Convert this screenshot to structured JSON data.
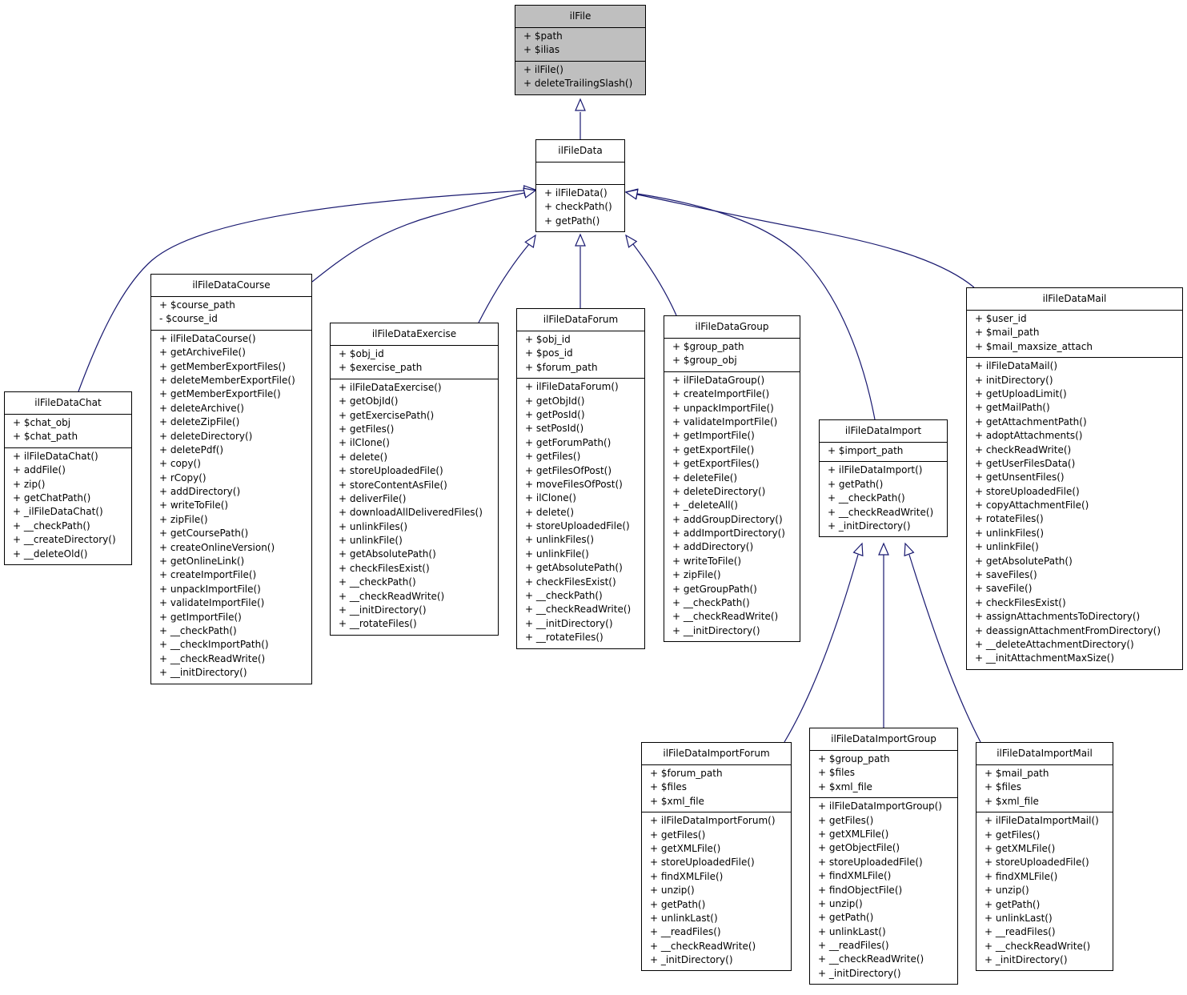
{
  "diagram": {
    "classes": [
      {
        "id": "ilFile",
        "name": "ilFile",
        "highlight": true,
        "attributes": [
          "+ $path",
          "+ $ilias"
        ],
        "methods": [
          "+ ilFile()",
          "+ deleteTrailingSlash()"
        ]
      },
      {
        "id": "ilFileData",
        "name": "ilFileData",
        "attributes": [],
        "methods": [
          "+ ilFileData()",
          "+ checkPath()",
          "+ getPath()"
        ]
      },
      {
        "id": "ilFileDataChat",
        "name": "ilFileDataChat",
        "attributes": [
          "+ $chat_obj",
          "+ $chat_path"
        ],
        "methods": [
          "+ ilFileDataChat()",
          "+ addFile()",
          "+ zip()",
          "+ getChatPath()",
          "+ _ilFileDataChat()",
          "+ __checkPath()",
          "+ __createDirectory()",
          "+ __deleteOld()"
        ]
      },
      {
        "id": "ilFileDataCourse",
        "name": "ilFileDataCourse",
        "attributes": [
          "+ $course_path",
          "- $course_id"
        ],
        "methods": [
          "+ ilFileDataCourse()",
          "+ getArchiveFile()",
          "+ getMemberExportFiles()",
          "+ deleteMemberExportFile()",
          "+ getMemberExportFile()",
          "+ deleteArchive()",
          "+ deleteZipFile()",
          "+ deleteDirectory()",
          "+ deletePdf()",
          "+ copy()",
          "+ rCopy()",
          "+ addDirectory()",
          "+ writeToFile()",
          "+ zipFile()",
          "+ getCoursePath()",
          "+ createOnlineVersion()",
          "+ getOnlineLink()",
          "+ createImportFile()",
          "+ unpackImportFile()",
          "+ validateImportFile()",
          "+ getImportFile()",
          "+ __checkPath()",
          "+ __checkImportPath()",
          "+ __checkReadWrite()",
          "+ __initDirectory()"
        ]
      },
      {
        "id": "ilFileDataExercise",
        "name": "ilFileDataExercise",
        "attributes": [
          "+ $obj_id",
          "+ $exercise_path"
        ],
        "methods": [
          "+ ilFileDataExercise()",
          "+ getObjId()",
          "+ getExercisePath()",
          "+ getFiles()",
          "+ ilClone()",
          "+ delete()",
          "+ storeUploadedFile()",
          "+ storeContentAsFile()",
          "+ deliverFile()",
          "+ downloadAllDeliveredFiles()",
          "+ unlinkFiles()",
          "+ unlinkFile()",
          "+ getAbsolutePath()",
          "+ checkFilesExist()",
          "+ __checkPath()",
          "+ __checkReadWrite()",
          "+ __initDirectory()",
          "+ __rotateFiles()"
        ]
      },
      {
        "id": "ilFileDataForum",
        "name": "ilFileDataForum",
        "attributes": [
          "+ $obj_id",
          "+ $pos_id",
          "+ $forum_path"
        ],
        "methods": [
          "+ ilFileDataForum()",
          "+ getObjId()",
          "+ getPosId()",
          "+ setPosId()",
          "+ getForumPath()",
          "+ getFiles()",
          "+ getFilesOfPost()",
          "+ moveFilesOfPost()",
          "+ ilClone()",
          "+ delete()",
          "+ storeUploadedFile()",
          "+ unlinkFiles()",
          "+ unlinkFile()",
          "+ getAbsolutePath()",
          "+ checkFilesExist()",
          "+ __checkPath()",
          "+ __checkReadWrite()",
          "+ __initDirectory()",
          "+ __rotateFiles()"
        ]
      },
      {
        "id": "ilFileDataGroup",
        "name": "ilFileDataGroup",
        "attributes": [
          "+ $group_path",
          "+ $group_obj"
        ],
        "methods": [
          "+ ilFileDataGroup()",
          "+ createImportFile()",
          "+ unpackImportFile()",
          "+ validateImportFile()",
          "+ getImportFile()",
          "+ getExportFile()",
          "+ getExportFiles()",
          "+ deleteFile()",
          "+ deleteDirectory()",
          "+ _deleteAll()",
          "+ addGroupDirectory()",
          "+ addImportDirectory()",
          "+ addDirectory()",
          "+ writeToFile()",
          "+ zipFile()",
          "+ getGroupPath()",
          "+ __checkPath()",
          "+ __checkReadWrite()",
          "+ __initDirectory()"
        ]
      },
      {
        "id": "ilFileDataImport",
        "name": "ilFileDataImport",
        "attributes": [
          "+ $import_path"
        ],
        "methods": [
          "+ ilFileDataImport()",
          "+ getPath()",
          "+ __checkPath()",
          "+ __checkReadWrite()",
          "+ _initDirectory()"
        ]
      },
      {
        "id": "ilFileDataMail",
        "name": "ilFileDataMail",
        "attributes": [
          "+ $user_id",
          "+ $mail_path",
          "+ $mail_maxsize_attach"
        ],
        "methods": [
          "+ ilFileDataMail()",
          "+ initDirectory()",
          "+ getUploadLimit()",
          "+ getMailPath()",
          "+ getAttachmentPath()",
          "+ adoptAttachments()",
          "+ checkReadWrite()",
          "+ getUserFilesData()",
          "+ getUnsentFiles()",
          "+ storeUploadedFile()",
          "+ copyAttachmentFile()",
          "+ rotateFiles()",
          "+ unlinkFiles()",
          "+ unlinkFile()",
          "+ getAbsolutePath()",
          "+ saveFiles()",
          "+ saveFile()",
          "+ checkFilesExist()",
          "+ assignAttachmentsToDirectory()",
          "+ deassignAttachmentFromDirectory()",
          "+ __deleteAttachmentDirectory()",
          "+ __initAttachmentMaxSize()"
        ]
      },
      {
        "id": "ilFileDataImportForum",
        "name": "ilFileDataImportForum",
        "attributes": [
          "+ $forum_path",
          "+ $files",
          "+ $xml_file"
        ],
        "methods": [
          "+ ilFileDataImportForum()",
          "+ getFiles()",
          "+ getXMLFile()",
          "+ storeUploadedFile()",
          "+ findXMLFile()",
          "+ unzip()",
          "+ getPath()",
          "+ unlinkLast()",
          "+ __readFiles()",
          "+ __checkReadWrite()",
          "+ _initDirectory()"
        ]
      },
      {
        "id": "ilFileDataImportGroup",
        "name": "ilFileDataImportGroup",
        "attributes": [
          "+ $group_path",
          "+ $files",
          "+ $xml_file"
        ],
        "methods": [
          "+ ilFileDataImportGroup()",
          "+ getFiles()",
          "+ getXMLFile()",
          "+ getObjectFile()",
          "+ storeUploadedFile()",
          "+ findXMLFile()",
          "+ findObjectFile()",
          "+ unzip()",
          "+ getPath()",
          "+ unlinkLast()",
          "+ __readFiles()",
          "+ __checkReadWrite()",
          "+ _initDirectory()"
        ]
      },
      {
        "id": "ilFileDataImportMail",
        "name": "ilFileDataImportMail",
        "attributes": [
          "+ $mail_path",
          "+ $files",
          "+ $xml_file"
        ],
        "methods": [
          "+ ilFileDataImportMail()",
          "+ getFiles()",
          "+ getXMLFile()",
          "+ storeUploadedFile()",
          "+ findXMLFile()",
          "+ unzip()",
          "+ getPath()",
          "+ unlinkLast()",
          "+ __readFiles()",
          "+ __checkReadWrite()",
          "+ _initDirectory()"
        ]
      }
    ],
    "edge_color": "#191970"
  }
}
